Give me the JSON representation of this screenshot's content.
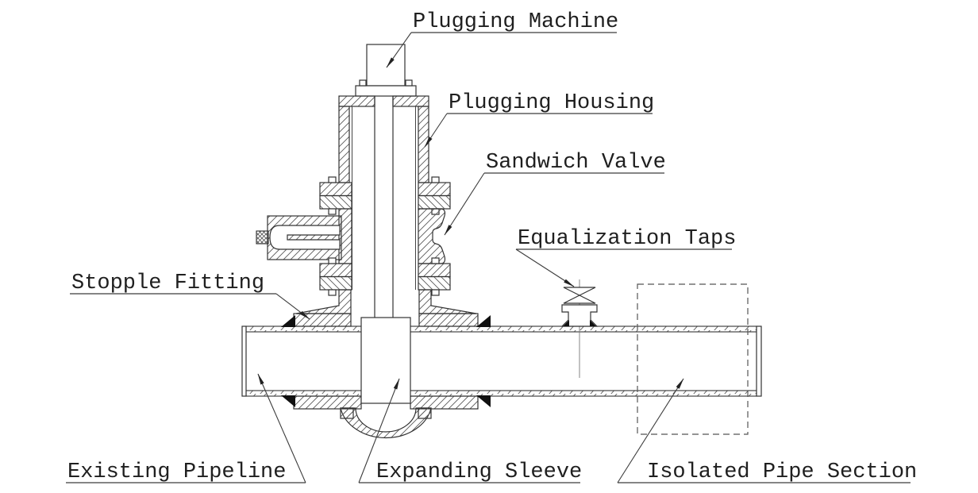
{
  "labels": {
    "plugging_machine": "Plugging Machine",
    "plugging_housing": "Plugging Housing",
    "sandwich_valve": "Sandwich Valve",
    "equalization_taps": "Equalization Taps",
    "stopple_fitting": "Stopple Fitting",
    "existing_pipeline": "Existing Pipeline",
    "expanding_sleeve": "Expanding Sleeve",
    "isolated_pipe_section": "Isolated Pipe Section"
  },
  "colors": {
    "line": "#333333",
    "hatch": "#5a5a5a",
    "weld_fill": "#111111",
    "dashed_outline": "#555555",
    "background": "#ffffff"
  }
}
